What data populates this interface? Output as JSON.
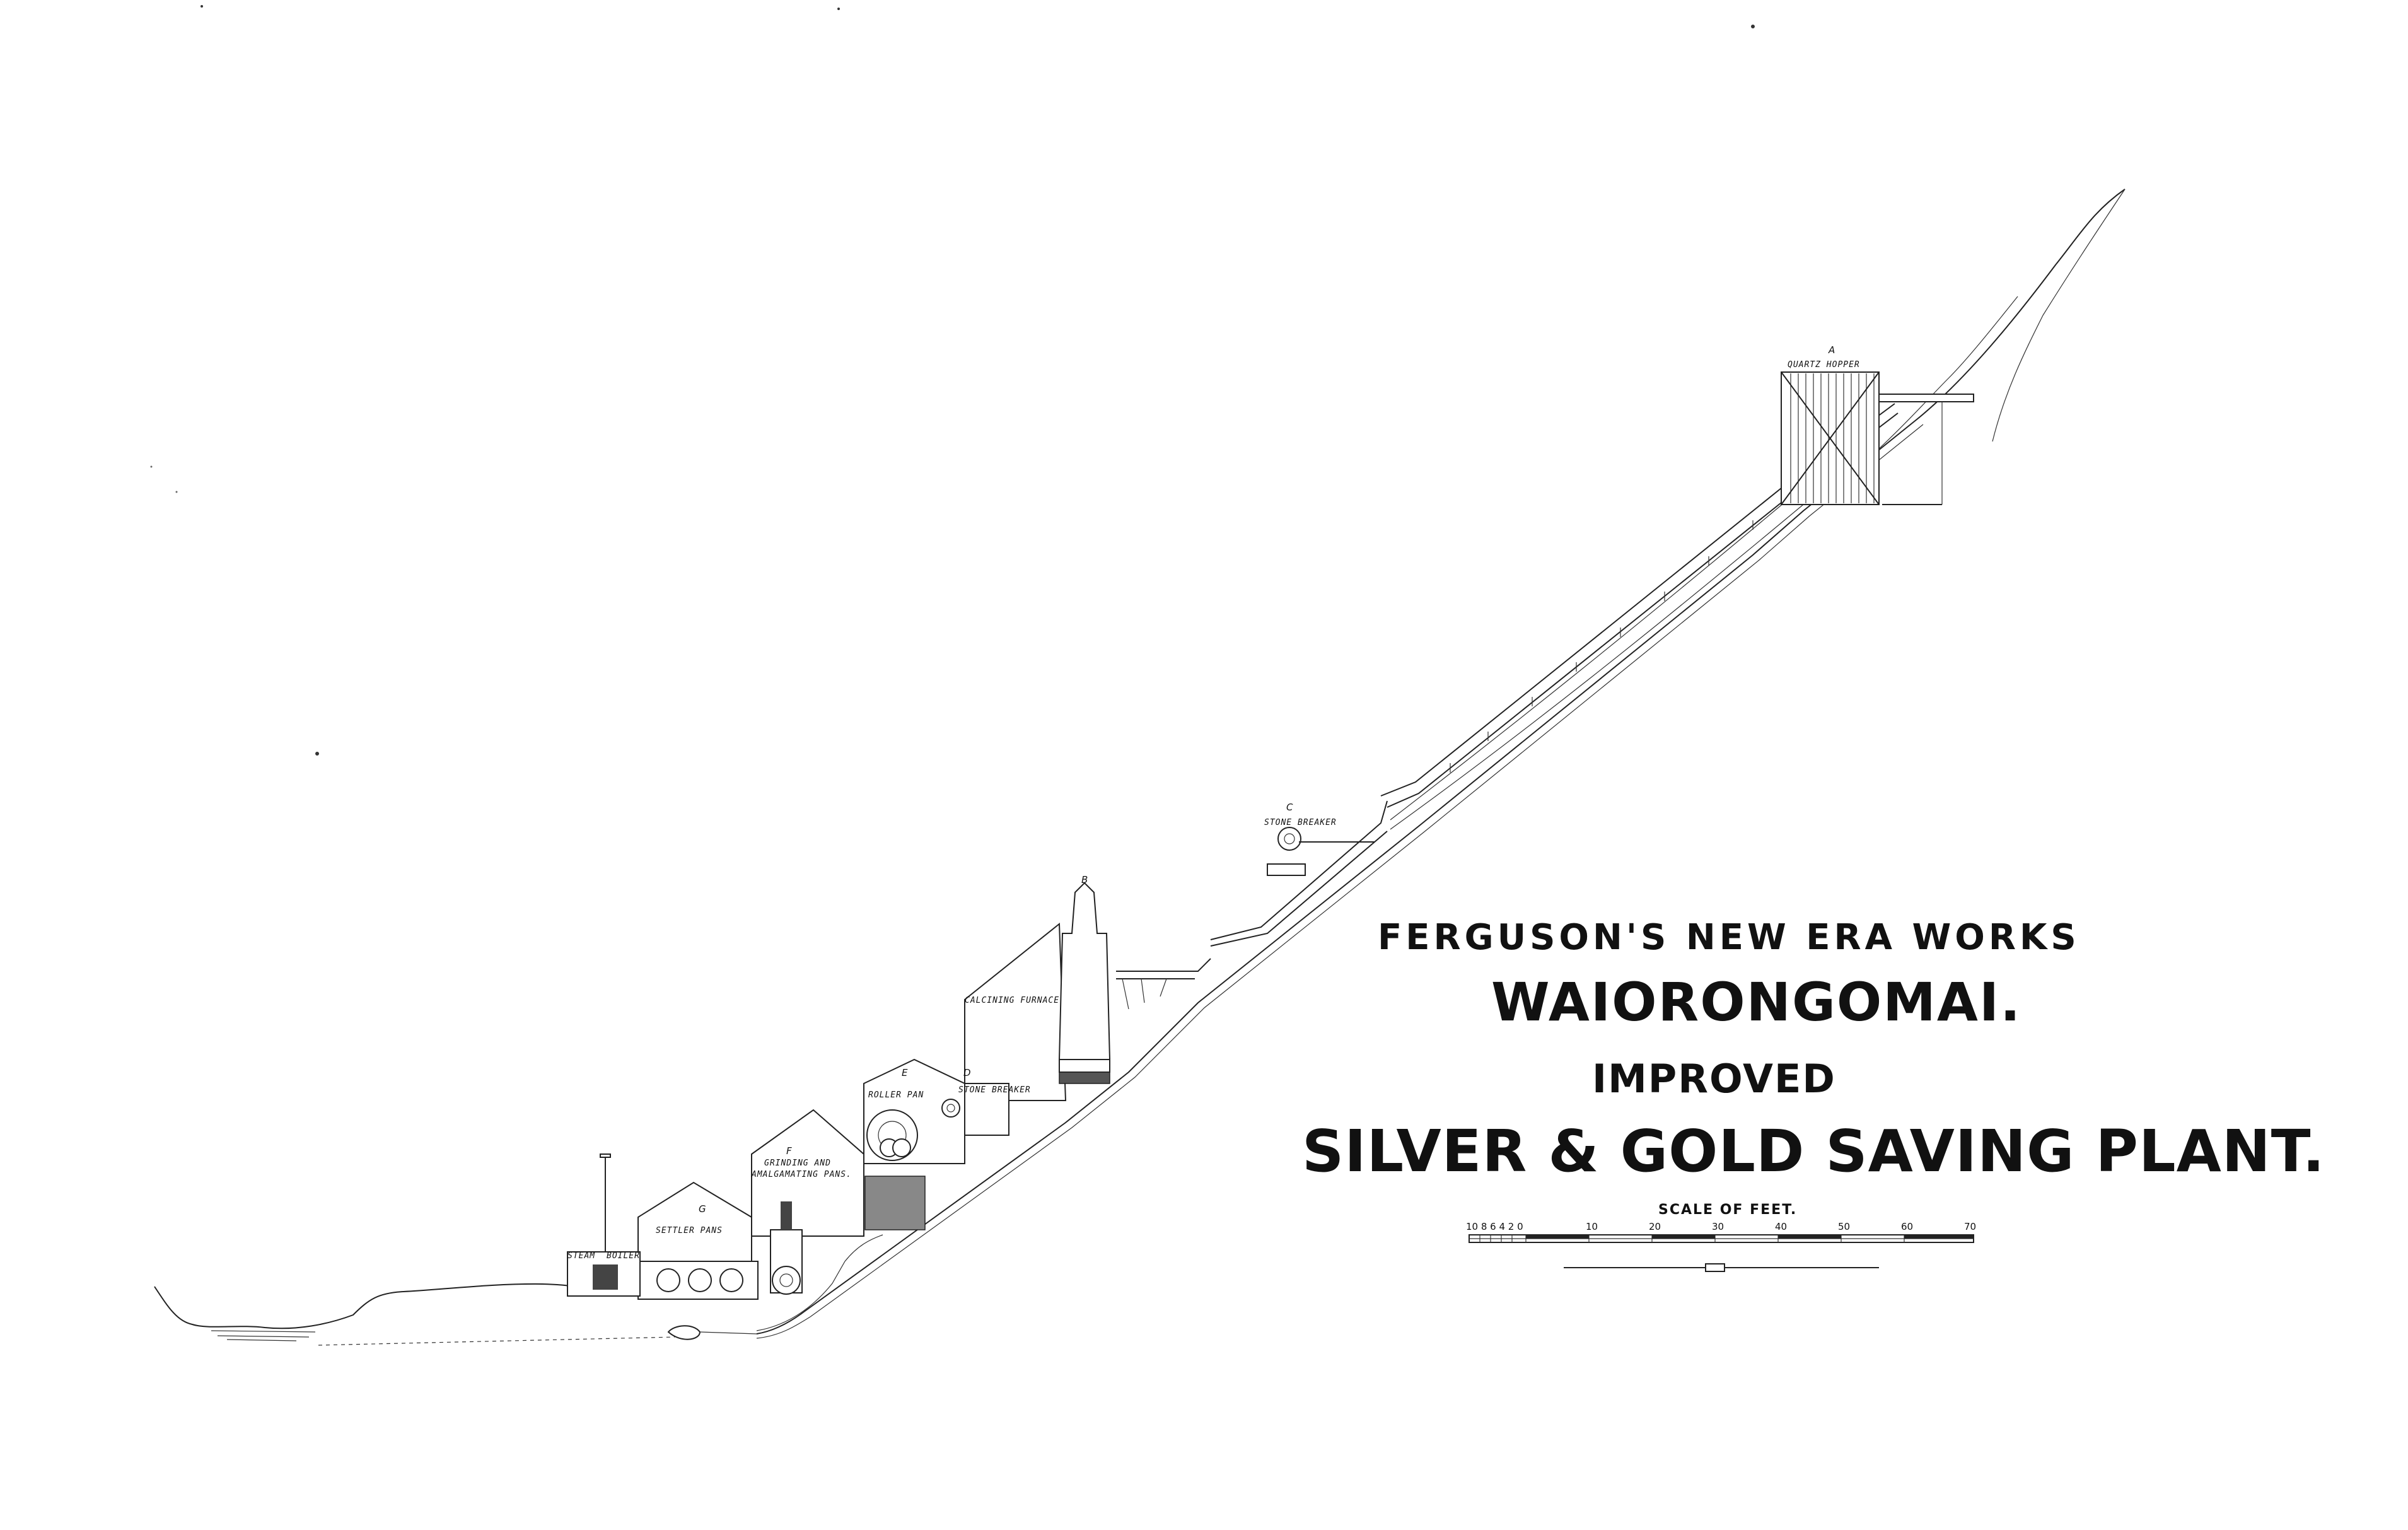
{
  "title": {
    "line1": "FERGUSON'S NEW ERA WORKS",
    "line2": "WAIORONGOMAI.",
    "line3": "IMPROVED",
    "line4": "SILVER & GOLD SAVING PLANT."
  },
  "scale": {
    "title": "SCALE OF FEET.",
    "small_ticks": "10 8 6 4 2 0",
    "ticks": [
      "10",
      "20",
      "30",
      "40",
      "50",
      "60",
      "70"
    ]
  },
  "labels": {
    "a_letter": "A",
    "a_text": "QUARTZ HOPPER",
    "b_letter": "B",
    "c_letter": "C",
    "c_text": "STONE BREAKER",
    "calcining": "CALCINING FURNACE",
    "d_letter": "D",
    "d_text": "STONE BREAKER",
    "e_letter": "E",
    "e_text": "ROLLER PAN",
    "f_letter": "F",
    "f_text_1": "GRINDING AND",
    "f_text_2": "AMALGAMATING PANS.",
    "g_letter": "G",
    "g_text": "SETTLER PANS",
    "steam": "STEAM",
    "boiler": "BOILER"
  }
}
